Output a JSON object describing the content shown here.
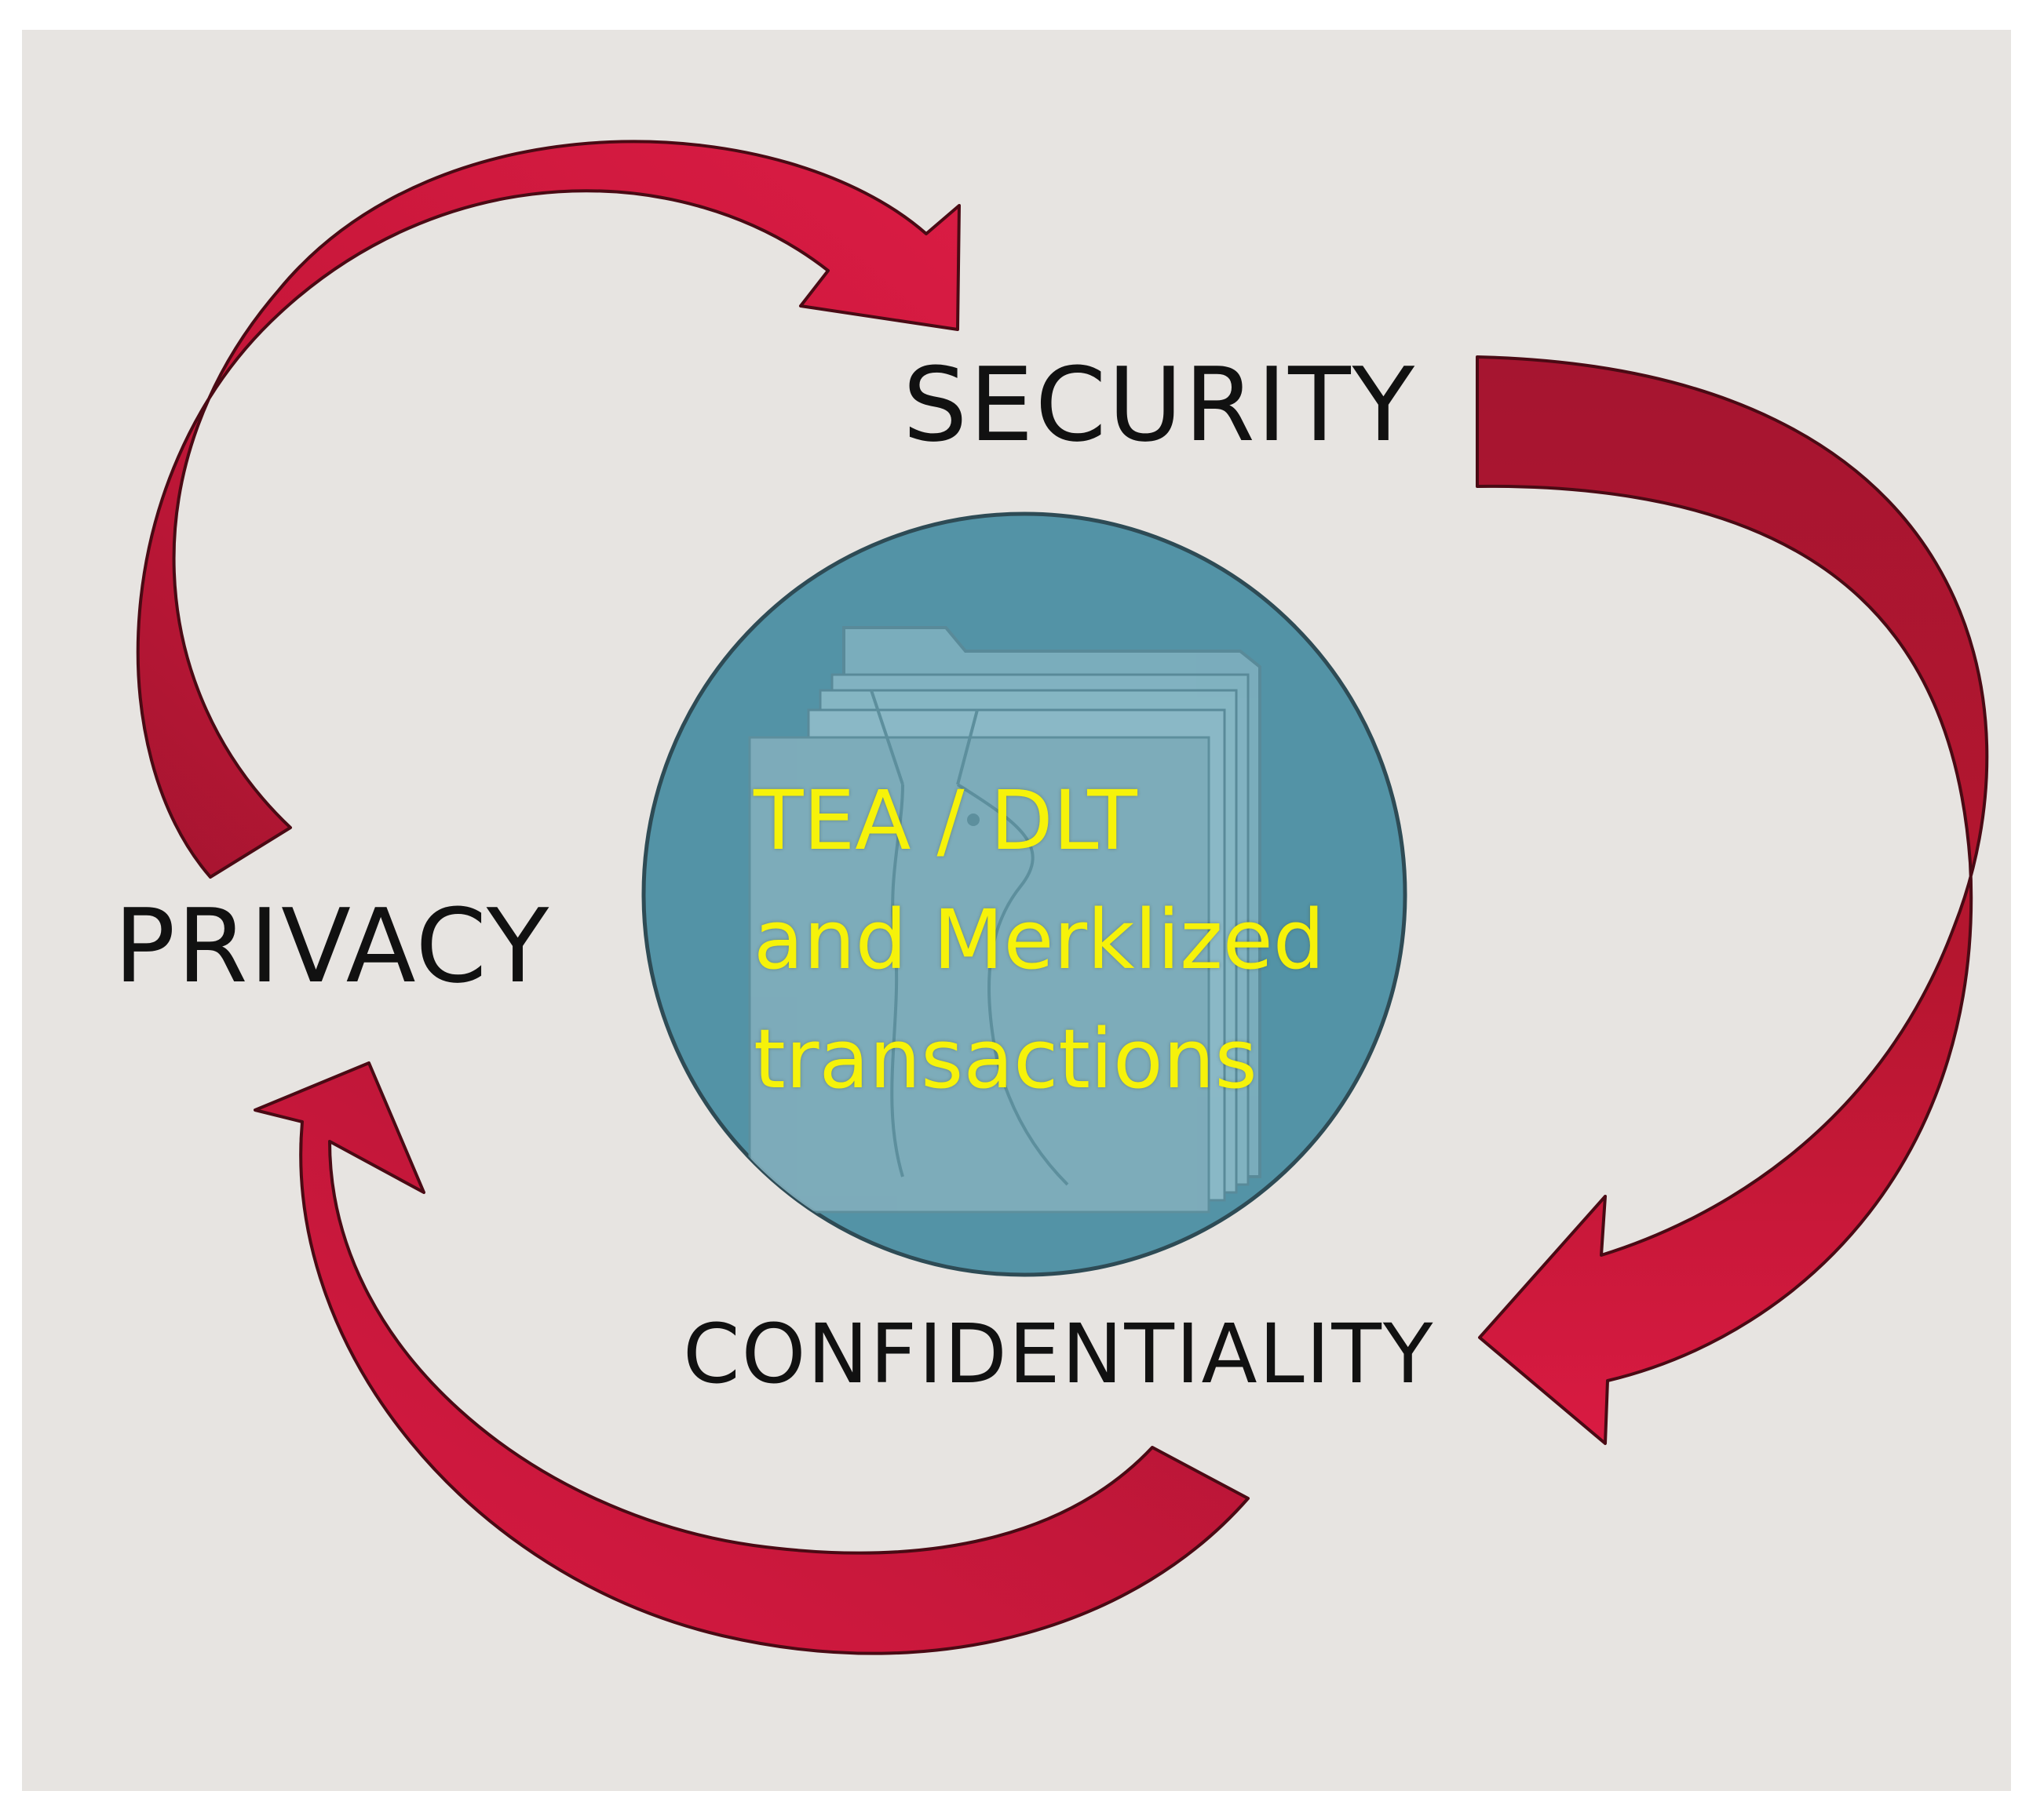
{
  "nodes": {
    "security": "SECURITY",
    "privacy": "PRIVACY",
    "confidentiality": "CONFIDENTIALITY"
  },
  "center": {
    "lines": [
      "TEA / DLT",
      "and Merklized",
      "transactions"
    ],
    "icon": "llama-folder-icon"
  },
  "colors": {
    "background": "#e7e4e1",
    "arrow_light": "#d5193f",
    "arrow_dark": "#a61530",
    "circle": "#5393a6",
    "center_text": "#f6f20a"
  }
}
